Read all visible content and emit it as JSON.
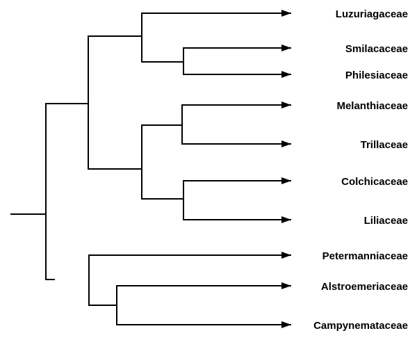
{
  "diagram": {
    "type": "phylogenetic-tree",
    "taxa": [
      "Luzuriagaceae",
      "Smilacaceae",
      "Philesiaceae",
      "Melanthiaceae",
      "Trillaceae",
      "Colchicaceae",
      "Liliaceae",
      "Petermanniaceae",
      "Alstroemeriaceae",
      "Campynemataceae"
    ],
    "topology": "((Luzuriagaceae,(Smilacaceae,Philesiaceae)),((Melanthiaceae,Trillaceae),(Colchicaceae,Liliaceae))),(Petermanniaceae,(Alstroemeriaceae,Campynemataceae))",
    "colors": {
      "line": "#000000",
      "text": "#000000",
      "background": "#ffffff"
    }
  }
}
